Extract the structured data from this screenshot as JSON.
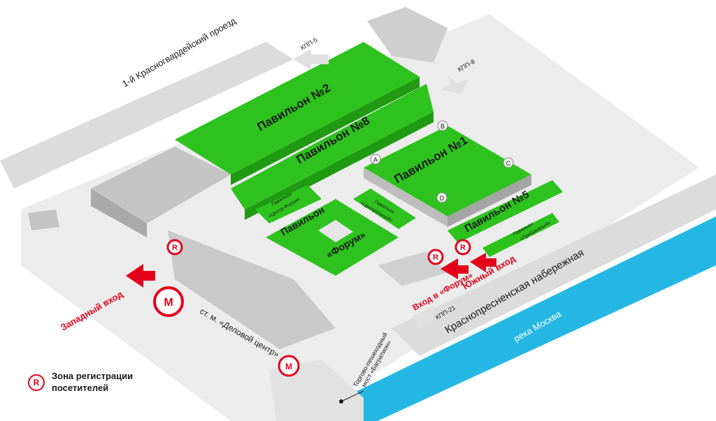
{
  "colors": {
    "green": "#2ec21e",
    "red": "#e3001b",
    "river": "#25b7e3",
    "road": "#d9d9d9",
    "ground": "#ececec",
    "building": "#c4c4c4"
  },
  "pavilions": {
    "p2": "Павильон №2",
    "p8": "Павильон №8",
    "p1": "Павильон №1",
    "p5": "Павильон №5",
    "forum_line1": "Павильон",
    "forum_line2": "«Форум»",
    "center_forum_line1": "Павильон",
    "center_forum_line2": "«Центр-Форум»",
    "central_line1": "Павильон",
    "central_line2": "«Центральный»",
    "riverside_line1": "Павильон",
    "riverside_line2": "«Прибрежный»"
  },
  "corners": {
    "a": "A",
    "b": "B",
    "c": "C",
    "d": "D"
  },
  "streets": {
    "kp_proezd": "1-й Красногвардейский проезд",
    "embankment": "Краснопресненская набережная",
    "river": "река Москва"
  },
  "checkpoints": {
    "kpp5": "КПП-5",
    "kpp8": "КПП-8",
    "kpp21": "КПП-21"
  },
  "entrances": {
    "west": "Западный вход",
    "forum": "Вход в «Форум»",
    "south": "Южный вход"
  },
  "metro": {
    "symbol": "М",
    "station": "ст. м. «Деловой центр»"
  },
  "bridge": {
    "line1": "Торгово-пешеходный",
    "line2": "мост «Багратион»"
  },
  "registration": {
    "badge": "R"
  },
  "legend": {
    "badge": "R",
    "text": "Зона регистрации\nпосетителей"
  }
}
